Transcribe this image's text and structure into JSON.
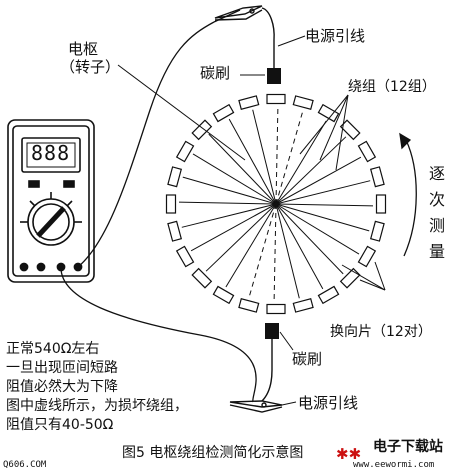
{
  "labels": {
    "armature": "电枢",
    "rotor": "（转子）",
    "brush_top": "碳刷",
    "brush_bottom": "碳刷",
    "lead_top": "电源引线",
    "lead_bottom": "电源引线",
    "winding": "绕组（12组）",
    "direction": [
      "逐",
      "次",
      "测",
      "量"
    ],
    "commutator": "换向片（12对）",
    "meter_display": "888"
  },
  "note": [
    "正常540Ω左右",
    "一旦出现匝间短路",
    "阻值必然大为下降",
    "图中虚线所示，为损坏绕组，",
    "阻值只有40-50Ω"
  ],
  "caption": "图5 电枢绕组检测简化示意图",
  "watermark": {
    "left": "Q606.COM",
    "brand": "电子下载站",
    "url": "www.eewormi.com"
  },
  "colors": {
    "ink": "#111111",
    "brand_red": "#cc1111"
  }
}
